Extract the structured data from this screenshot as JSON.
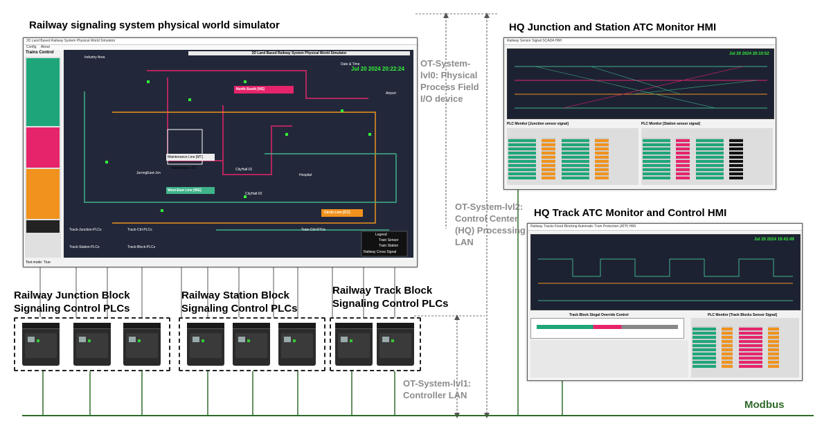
{
  "titles": {
    "simulator": "Railway signaling system physical world simulator",
    "hq_junction": "HQ Junction and Station ATC Monitor HMI",
    "hq_track": "HQ Track ATC Monitor and Control HMI"
  },
  "plc_groups": {
    "junction": "Railway Junction Block Signaling Control PLCs",
    "station": "Railway Station Block Signaling Control PLCs",
    "track": "Railway Track Block Signaling Control PLCs"
  },
  "levels": {
    "lvl0": "OT-System-lvl0: Physical Process Field I/O device",
    "lvl1": "OT-System-lvl1: Controller LAN",
    "lvl2": "OT-System-lvl2: Control Center (HQ) Processing LAN"
  },
  "bus_label": "Modbus",
  "simulator_window": {
    "window_title": "2D Land Based Railway System Physical World Simulator",
    "menu": [
      "Config",
      "About"
    ],
    "trains_control": "Trains Control",
    "map_title": "2D Land Based Railway System Physical World Simulator",
    "date_label": "Date & Time",
    "datetime": "Jul 20 2024 20:22:24",
    "line_labels": {
      "ns": "North-South [NS]",
      "we": "West-East Line [WE]",
      "cc": "Circle Line [CC]",
      "maint": "Maintenance Line [MT]"
    },
    "areas": [
      "Industry Area",
      "Airport",
      "Hospital",
      "CityHall-01",
      "CityHall-02",
      "JurongEast-Jxn",
      "maintenance ST"
    ],
    "legend": {
      "title": "Legend",
      "sensor": "Train Sensor",
      "station": "Train Station",
      "signal": "Railway Cross Signal"
    },
    "plc_panels": [
      "Track-Junction-PLCs",
      "Track-Station-PLCs",
      "Track-Ctrl-PLCs",
      "Track-Block-PLCs",
      "Train-Ctrl-RTUs"
    ],
    "status": "Test mode: True"
  },
  "hq_junction_window": {
    "window_title": "Railway Sensor Signal SCADA HMI",
    "datetime": "Jul 20 2024 20:10:52",
    "panels": [
      "PLC Monitor [Junction sensor signal]",
      "PLC Monitor [Station sensor signal]"
    ]
  },
  "hq_track_window": {
    "window_title": "Railway Tracks Fixed Blocking Automatic Train Protection (ATP) HMI",
    "datetime": "Jul 20 2024 19:43:49",
    "panels": [
      "Track Block Singal Override Control",
      "PLC Monitor [Track Blocks Sensor Signal]"
    ]
  },
  "colors": {
    "bus": "#2f6b2a",
    "ns": "#e6246b",
    "we": "#3fb38a",
    "cc": "#f0921d",
    "dashed": "#555555",
    "level_text": "#8c8c8c"
  }
}
